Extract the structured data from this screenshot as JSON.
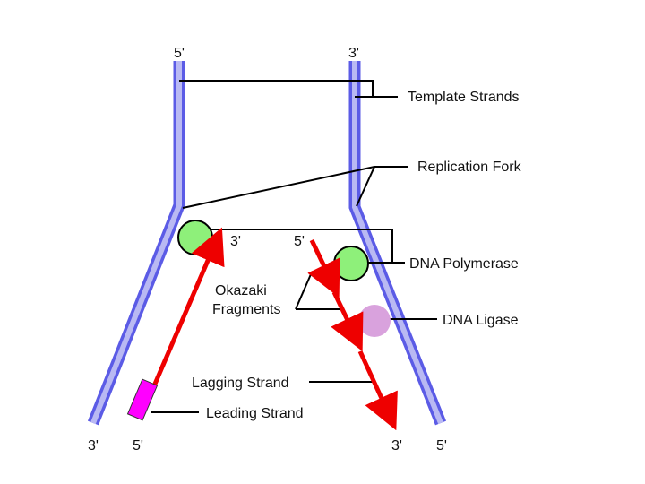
{
  "labels": {
    "template_strands": "Template Strands",
    "replication_fork": "Replication Fork",
    "dna_polymerase": "DNA Polymerase",
    "okazaki_line1": "Okazaki",
    "okazaki_line2": "Fragments",
    "dna_ligase": "DNA Ligase",
    "lagging_strand": "Lagging Strand",
    "leading_strand": "Leading Strand"
  },
  "ends": {
    "top_left": "5'",
    "top_right": "3'",
    "polymerase_left": "3'",
    "fragment_start": "5'",
    "bottom_1": "3'",
    "bottom_2": "5'",
    "bottom_3": "3'",
    "bottom_4": "5'"
  },
  "colors": {
    "strand_fill": "#b9b9f3",
    "strand_edge": "#5b5be6",
    "new_strand": "#ee0000",
    "polymerase": "#8ef07a",
    "ligase": "#d9a2dd",
    "primer": "#ff00ff",
    "leader": "#000000"
  }
}
